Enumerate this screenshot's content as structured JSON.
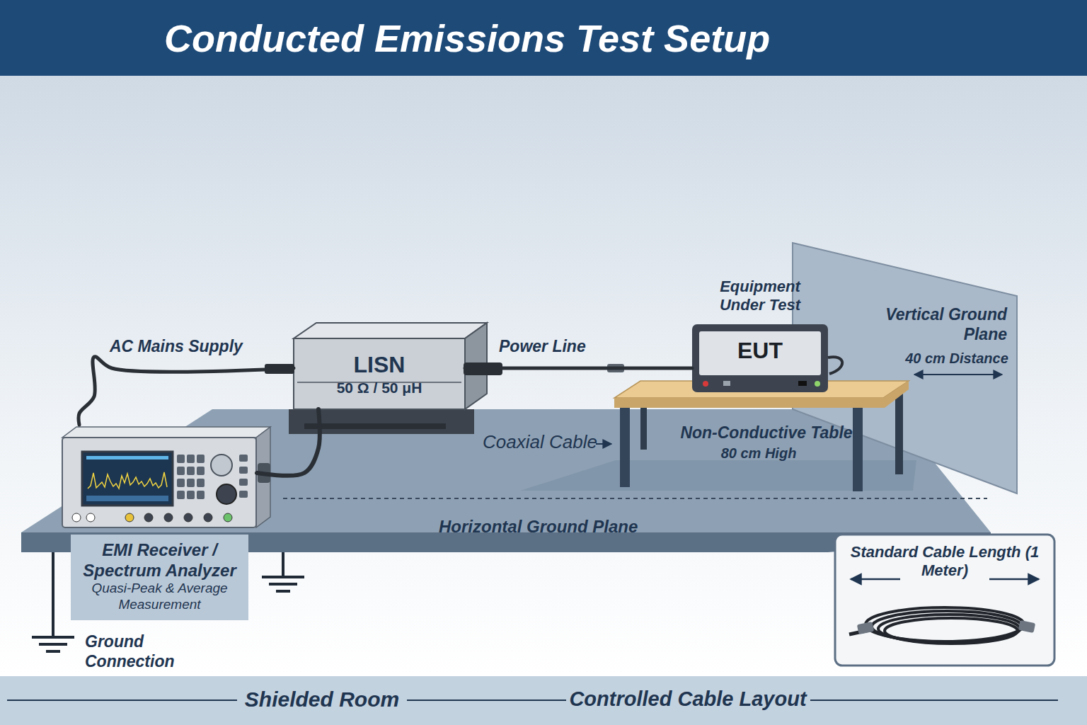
{
  "diagram": {
    "title": "Conducted Emissions Test Setup",
    "nodes": [
      {
        "text": [
          "LISN",
          "50 Ω / 50 μH"
        ]
      },
      {
        "text": [
          "Equipment Under Test",
          "EUT"
        ]
      },
      {
        "text": [
          "EMI Receiver / Spectrum Analyzer",
          "Quasi-Peak & Average Measurement"
        ]
      },
      {
        "text": [
          "Standard Cable Length (1 Meter)"
        ]
      }
    ],
    "edges": [
      {
        "from": 2,
        "to": 0,
        "label": "AC Mains Supply",
        "arrow": "none"
      },
      {
        "from": 0,
        "to": 1,
        "label": "Power Line",
        "arrow": "none"
      },
      {
        "from": 0,
        "to": 2,
        "arrow": "none"
      }
    ],
    "labels": [
      "Coaxial Cable",
      "Non-Conductive Table",
      "80 cm High",
      "Vertical Ground Plane",
      "40 cm Distance",
      "Horizontal Ground Plane",
      "Ground Connection",
      "Shielded Room",
      "Controlled Cable Layout"
    ]
  }
}
